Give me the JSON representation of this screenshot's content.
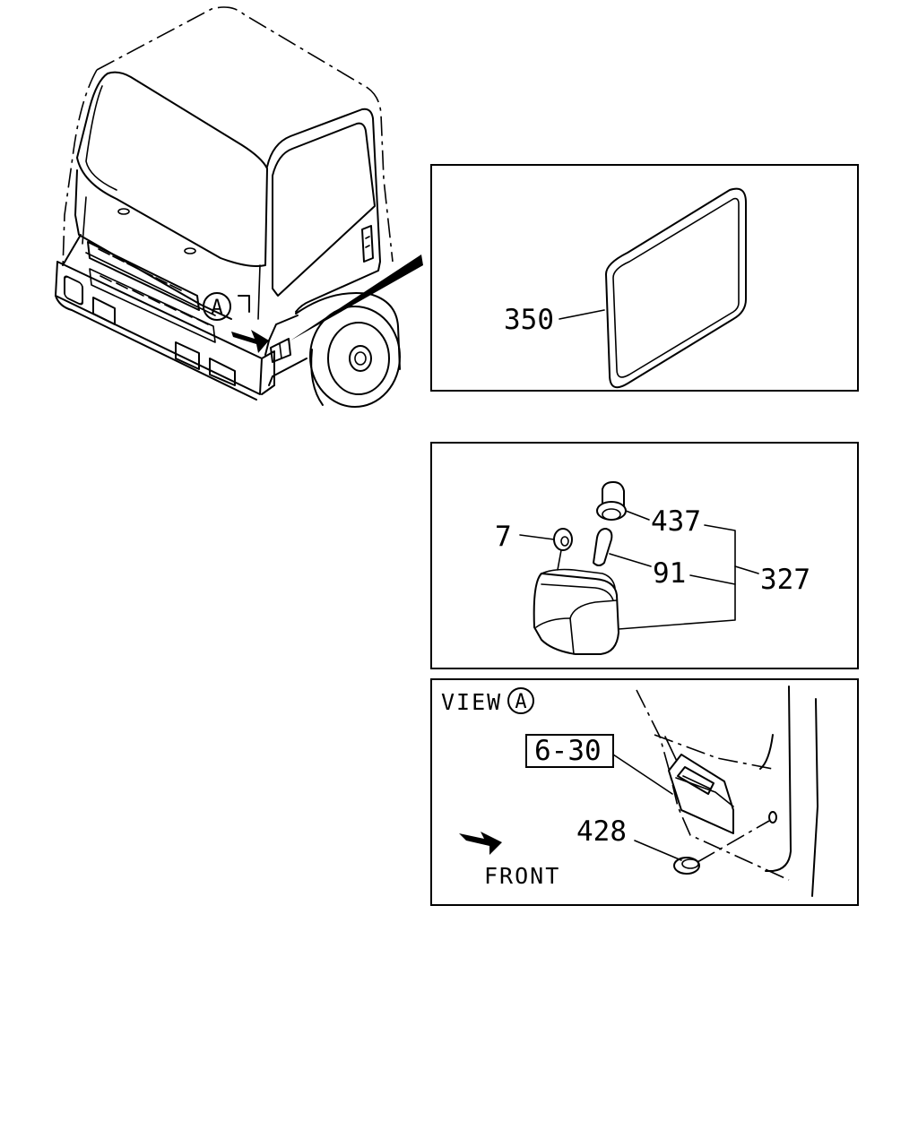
{
  "callouts": {
    "p350": "350",
    "p437": "437",
    "p7": "7",
    "p91": "91",
    "p327": "327",
    "p6_30": "6-30",
    "p428": "428"
  },
  "view": {
    "label": "VIEW",
    "marker": "A"
  },
  "cab_marker": "A",
  "front_label": "FRONT"
}
